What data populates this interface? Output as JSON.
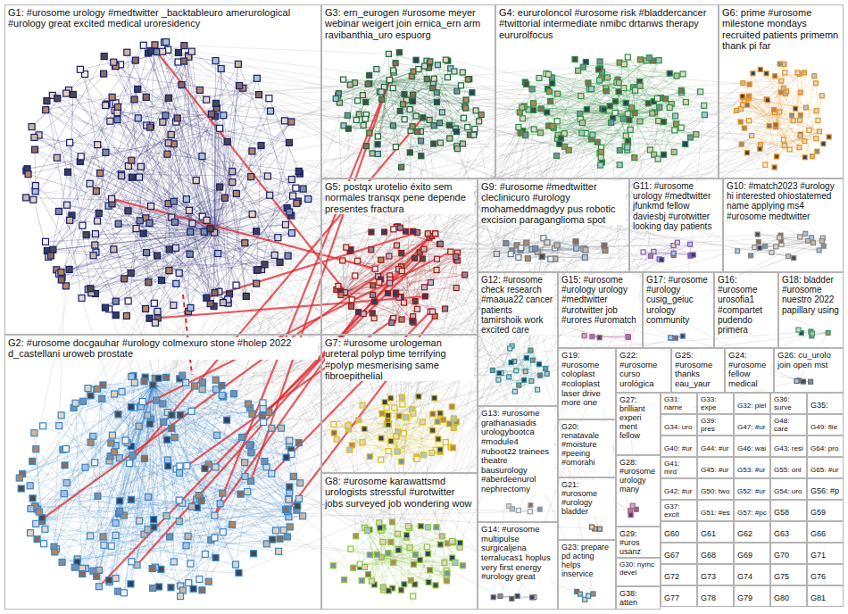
{
  "diagram": {
    "nodes": [
      {
        "text": [
          "G1: #urosome urology #medtwitter _backtableuro amerurological #urology great excited medical uroresidency"
        ]
      },
      {
        "text": [
          "G3: ern_eurogen #urosome meyer webinar weigert join ernica_ern arm ravibanthia_uro espuorg"
        ]
      },
      {
        "text": [
          "G4: eururoloncol #urosome risk #bladdercancer #twittorial intermediate nmibc drtanws therapy eururolfocus"
        ]
      },
      {
        "text": [
          "G6: prime #urosome milestone mondays recruited patients primemn thank pi far"
        ]
      },
      {
        "text": [
          "G5: postqx urotelio éxito sem normales transqx pene depende presentes fractura"
        ]
      },
      {
        "text": [
          "G9: #urosome #medtwitter cleclinicuro #urology mohameddmagdyy pus robotic excision paraganglioma spot"
        ]
      },
      {
        "text": [
          "G11: #urosome urology #medtwitter jfunkmd fellow daviesbj #urotwitter looking day patients"
        ]
      },
      {
        "text": [
          "G10: #match2023 #urology hi interested ohiostatemed name applying ms4 #urosome medtwitter"
        ]
      },
      {
        "text": [
          "G12: #urosome check research #maaua22 cancer patients tamirshoik work excited care"
        ]
      },
      {
        "text": [
          "G15: #urosome #urology urology #medtwitter #urotwitter job #urores #uromatch"
        ]
      },
      {
        "text": [
          "G17: #urosome #urology cusig_geiuc urology community"
        ]
      },
      {
        "text": [
          "G16: #urosome urosofia1 #compartet pudendo primera"
        ]
      },
      {
        "text": [
          "G18: bladder #urosome nuestro 2022 papillary using"
        ]
      },
      {
        "text": [
          "G2: #urosome docgauhar #urology colmexuro stone #holep 2022 d_castellani uroweb prostate"
        ]
      },
      {
        "text": [
          "G7: #urosome urologeman ureteral polyp time terrifying #polyp mesmerising same fibroepithelial"
        ]
      },
      {
        "text": [
          "G19: #urosome coloplast #coloplast laser drive more one"
        ]
      },
      {
        "text": [
          "G22: #urosome curso urológica"
        ]
      },
      {
        "text": [
          "G25: #urosome thanks eau_yaur"
        ]
      },
      {
        "text": [
          "G24: #urosome fellow medical"
        ]
      },
      {
        "text": [
          "G26: cu_urolo join open mst"
        ]
      },
      {
        "text": [
          "G13: #urosome grathanasiadis urologybootca #module4 #uboot22 trainees theatre bausurology #aberdeenurol nephrectomy"
        ]
      },
      {
        "text": [
          "G8: #urosome karawattsmd urologists stressful #urotwitter jobs surveyed job wondering wow"
        ]
      },
      {
        "text": [
          "G14: #urosome multipulse surgicaljena terralucas1 hoplus very first energy #urology great"
        ]
      },
      {
        "text": [
          "G20: renatavale #moisture #peeing #omorahi"
        ]
      },
      {
        "text": [
          "G27: brilliant experi ment fellow"
        ]
      },
      {
        "text": [
          "G21: #urosome #urology bladder"
        ]
      },
      {
        "text": [
          "G23: prepare pd acting helps inservice"
        ]
      },
      {
        "text": [
          "G28: #urosome urology many"
        ]
      },
      {
        "text": [
          "G29: #uros usanz"
        ]
      },
      {
        "text": [
          "G30: nymc devel"
        ]
      },
      {
        "text": [
          "G38: atten"
        ]
      },
      {
        "text": [
          "G31: name"
        ]
      },
      {
        "text": [
          "G33: expe"
        ]
      },
      {
        "text": [
          "G32: piel"
        ]
      },
      {
        "text": [
          "G36: surve"
        ]
      },
      {
        "text": [
          "G35:"
        ]
      },
      {
        "text": [
          "G34: uro"
        ]
      },
      {
        "text": [
          "G39: pres"
        ]
      },
      {
        "text": [
          "G47: #ur"
        ]
      },
      {
        "text": [
          "G48: care"
        ]
      },
      {
        "text": [
          "G49: flie"
        ]
      },
      {
        "text": [
          "G40: #ur"
        ]
      },
      {
        "text": [
          "G44: #ur"
        ]
      },
      {
        "text": [
          "G46: wai"
        ]
      },
      {
        "text": [
          "G43: resi"
        ]
      },
      {
        "text": [
          "G64: pro"
        ]
      },
      {
        "text": [
          "G41: mrd"
        ]
      },
      {
        "text": [
          "G45: #ur"
        ]
      },
      {
        "text": [
          "G53: #ur"
        ]
      },
      {
        "text": [
          "G55: onl"
        ]
      },
      {
        "text": [
          "G65: #ur"
        ]
      },
      {
        "text": [
          "G42: #ur"
        ]
      },
      {
        "text": [
          "G50: two"
        ]
      },
      {
        "text": [
          "G52: #ur"
        ]
      },
      {
        "text": [
          "G54: uro"
        ]
      },
      {
        "text": [
          "G56: #p"
        ]
      },
      {
        "text": [
          "G37: excit"
        ]
      },
      {
        "text": [
          "G51: #es"
        ]
      },
      {
        "text": [
          "G57: #pc"
        ]
      },
      {
        "text": [
          "G58"
        ]
      },
      {
        "text": [
          "G59"
        ]
      },
      {
        "text": [
          "G60"
        ]
      },
      {
        "text": [
          "G61"
        ]
      },
      {
        "text": [
          "G62"
        ]
      },
      {
        "text": [
          "G63"
        ]
      },
      {
        "text": [
          "G66"
        ]
      },
      {
        "text": [
          "G67"
        ]
      },
      {
        "text": [
          "G68"
        ]
      },
      {
        "text": [
          "G69"
        ]
      },
      {
        "text": [
          "G70"
        ]
      },
      {
        "text": [
          "G71"
        ]
      },
      {
        "text": [
          "G72"
        ]
      },
      {
        "text": [
          "G73"
        ]
      },
      {
        "text": [
          "G74"
        ]
      },
      {
        "text": [
          "G75"
        ]
      },
      {
        "text": [
          "G76"
        ]
      },
      {
        "text": [
          "G77"
        ]
      },
      {
        "text": [
          "G78"
        ]
      },
      {
        "text": [
          "G79"
        ]
      },
      {
        "text": [
          "G80"
        ]
      },
      {
        "text": [
          "G81"
        ]
      }
    ]
  }
}
